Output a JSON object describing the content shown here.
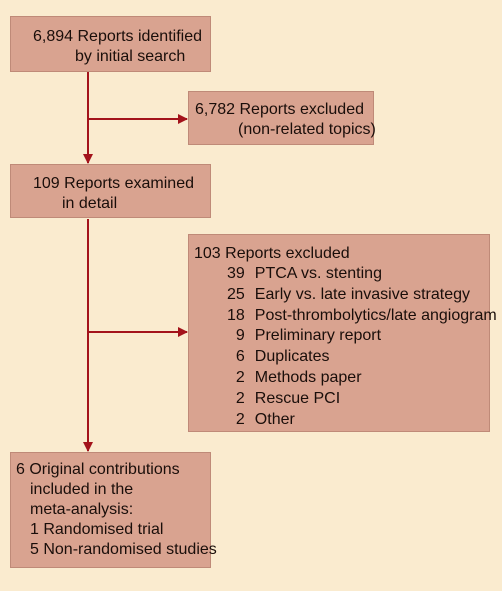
{
  "box_initial": {
    "line1": "6,894 Reports identified",
    "line2": "by initial search"
  },
  "box_excluded_1": {
    "line1": "6,782 Reports excluded",
    "line2": "(non-related topics)"
  },
  "box_examined": {
    "line1": "109 Reports examined",
    "line2": "in detail"
  },
  "box_excluded_2": {
    "title": "103 Reports excluded",
    "reasons": [
      {
        "count": "39",
        "label": "PTCA vs. stenting"
      },
      {
        "count": "25",
        "label": "Early vs. late invasive strategy"
      },
      {
        "count": "18",
        "label": "Post-thrombolytics/late angiogram"
      },
      {
        "count": "9",
        "label": "Preliminary report"
      },
      {
        "count": "6",
        "label": "Duplicates"
      },
      {
        "count": "2",
        "label": "Methods paper"
      },
      {
        "count": "2",
        "label": "Rescue PCI"
      },
      {
        "count": "2",
        "label": "Other"
      }
    ]
  },
  "box_included": {
    "line1": "6 Original contributions",
    "line2": "included in the",
    "line3": "meta-analysis:",
    "line4": "1 Randomised trial",
    "line5": "5 Non-randomised studies"
  },
  "colors": {
    "background": "#faebcf",
    "box_fill": "#d9a390",
    "box_border": "#bf8a78",
    "arrow": "#a3131b"
  }
}
